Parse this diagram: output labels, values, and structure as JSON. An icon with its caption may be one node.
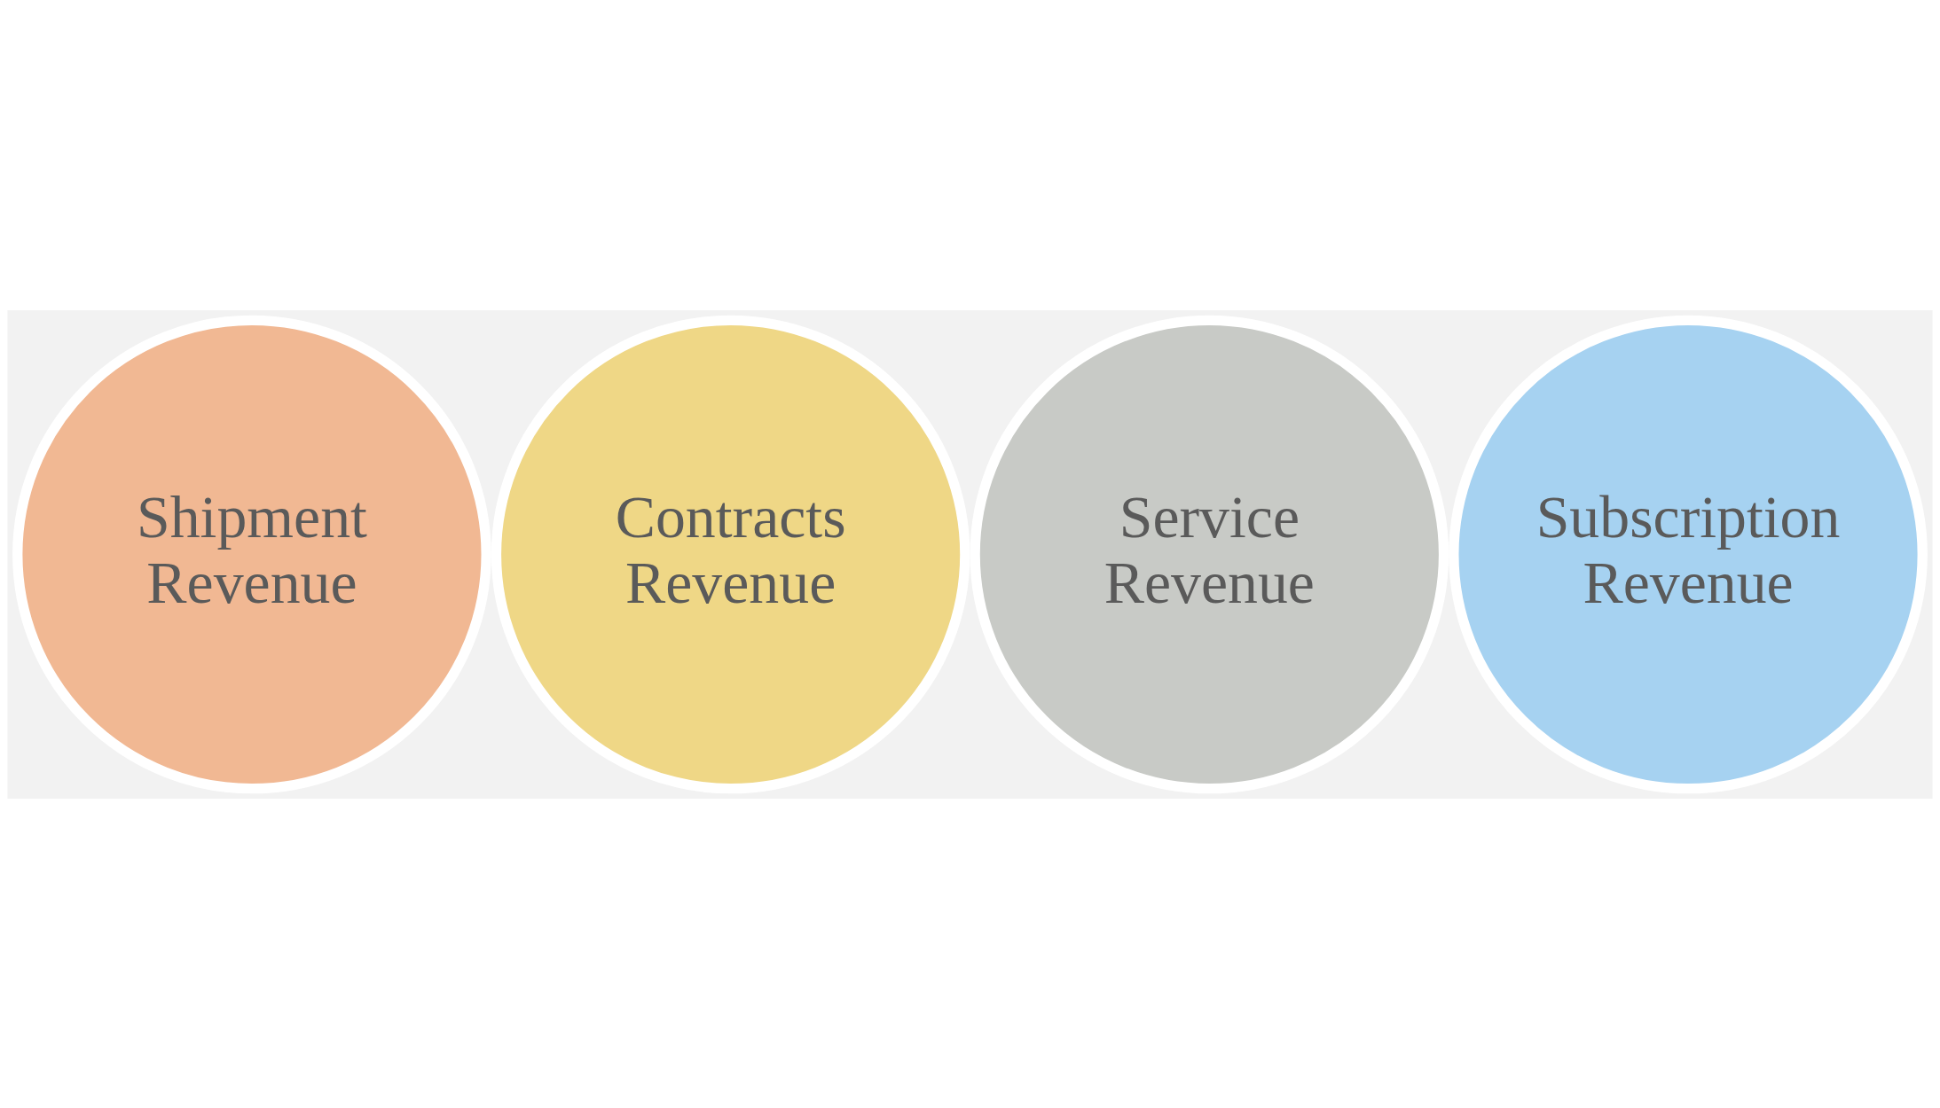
{
  "diagram": {
    "nodes": [
      {
        "text": [
          "Shipment Revenue"
        ]
      },
      {
        "text": [
          "Contracts Revenue"
        ]
      },
      {
        "text": [
          "Service Revenue"
        ]
      },
      {
        "text": [
          "Subscription Revenue"
        ]
      }
    ]
  }
}
